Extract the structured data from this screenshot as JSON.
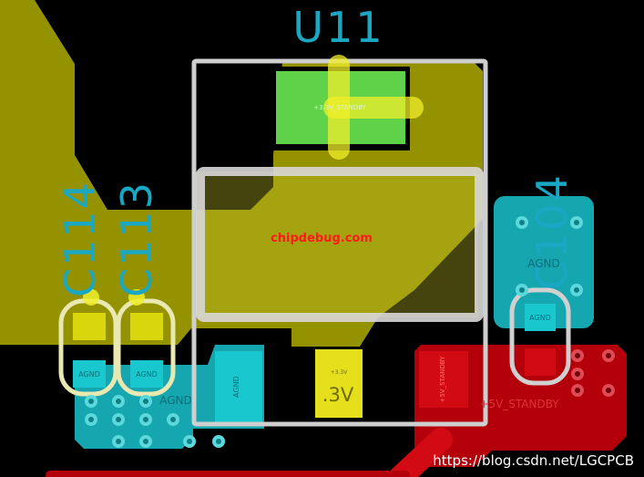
{
  "board": {
    "background": "#000000",
    "colors": {
      "pour_yellow": "#9c9a00",
      "copper_yellow": "#f0ee2a",
      "copper_green": "#5fd24a",
      "copper_cyan": "#18b8c2",
      "copper_red": "#b3000a",
      "pad_red": "#d20a14",
      "outline_white": "#cfcfcf",
      "ref_cyan": "#1aa7c4"
    }
  },
  "components": {
    "u11": {
      "ref": "U11"
    },
    "c104": {
      "ref": "C104",
      "net_label": "AGND",
      "pad_net": "AGND"
    },
    "c114": {
      "ref": "C114",
      "pad_net": "AGND"
    },
    "c113": {
      "ref": "C113",
      "pad_net": "AGND"
    }
  },
  "nets": {
    "top_pad": "+3.3V_STANDBY",
    "bottom_pad": ".3V",
    "bottom_pad_small": "+3.3V",
    "standby_5v": "+5V_STANDBY",
    "standby_5v_pad": "+5V_STANDBY",
    "agnd_area": "AGND",
    "agnd_pad": "AGND"
  },
  "watermark": {
    "center": "chipdebug.com",
    "corner": "https://blog.csdn.net/LGCPCB"
  }
}
